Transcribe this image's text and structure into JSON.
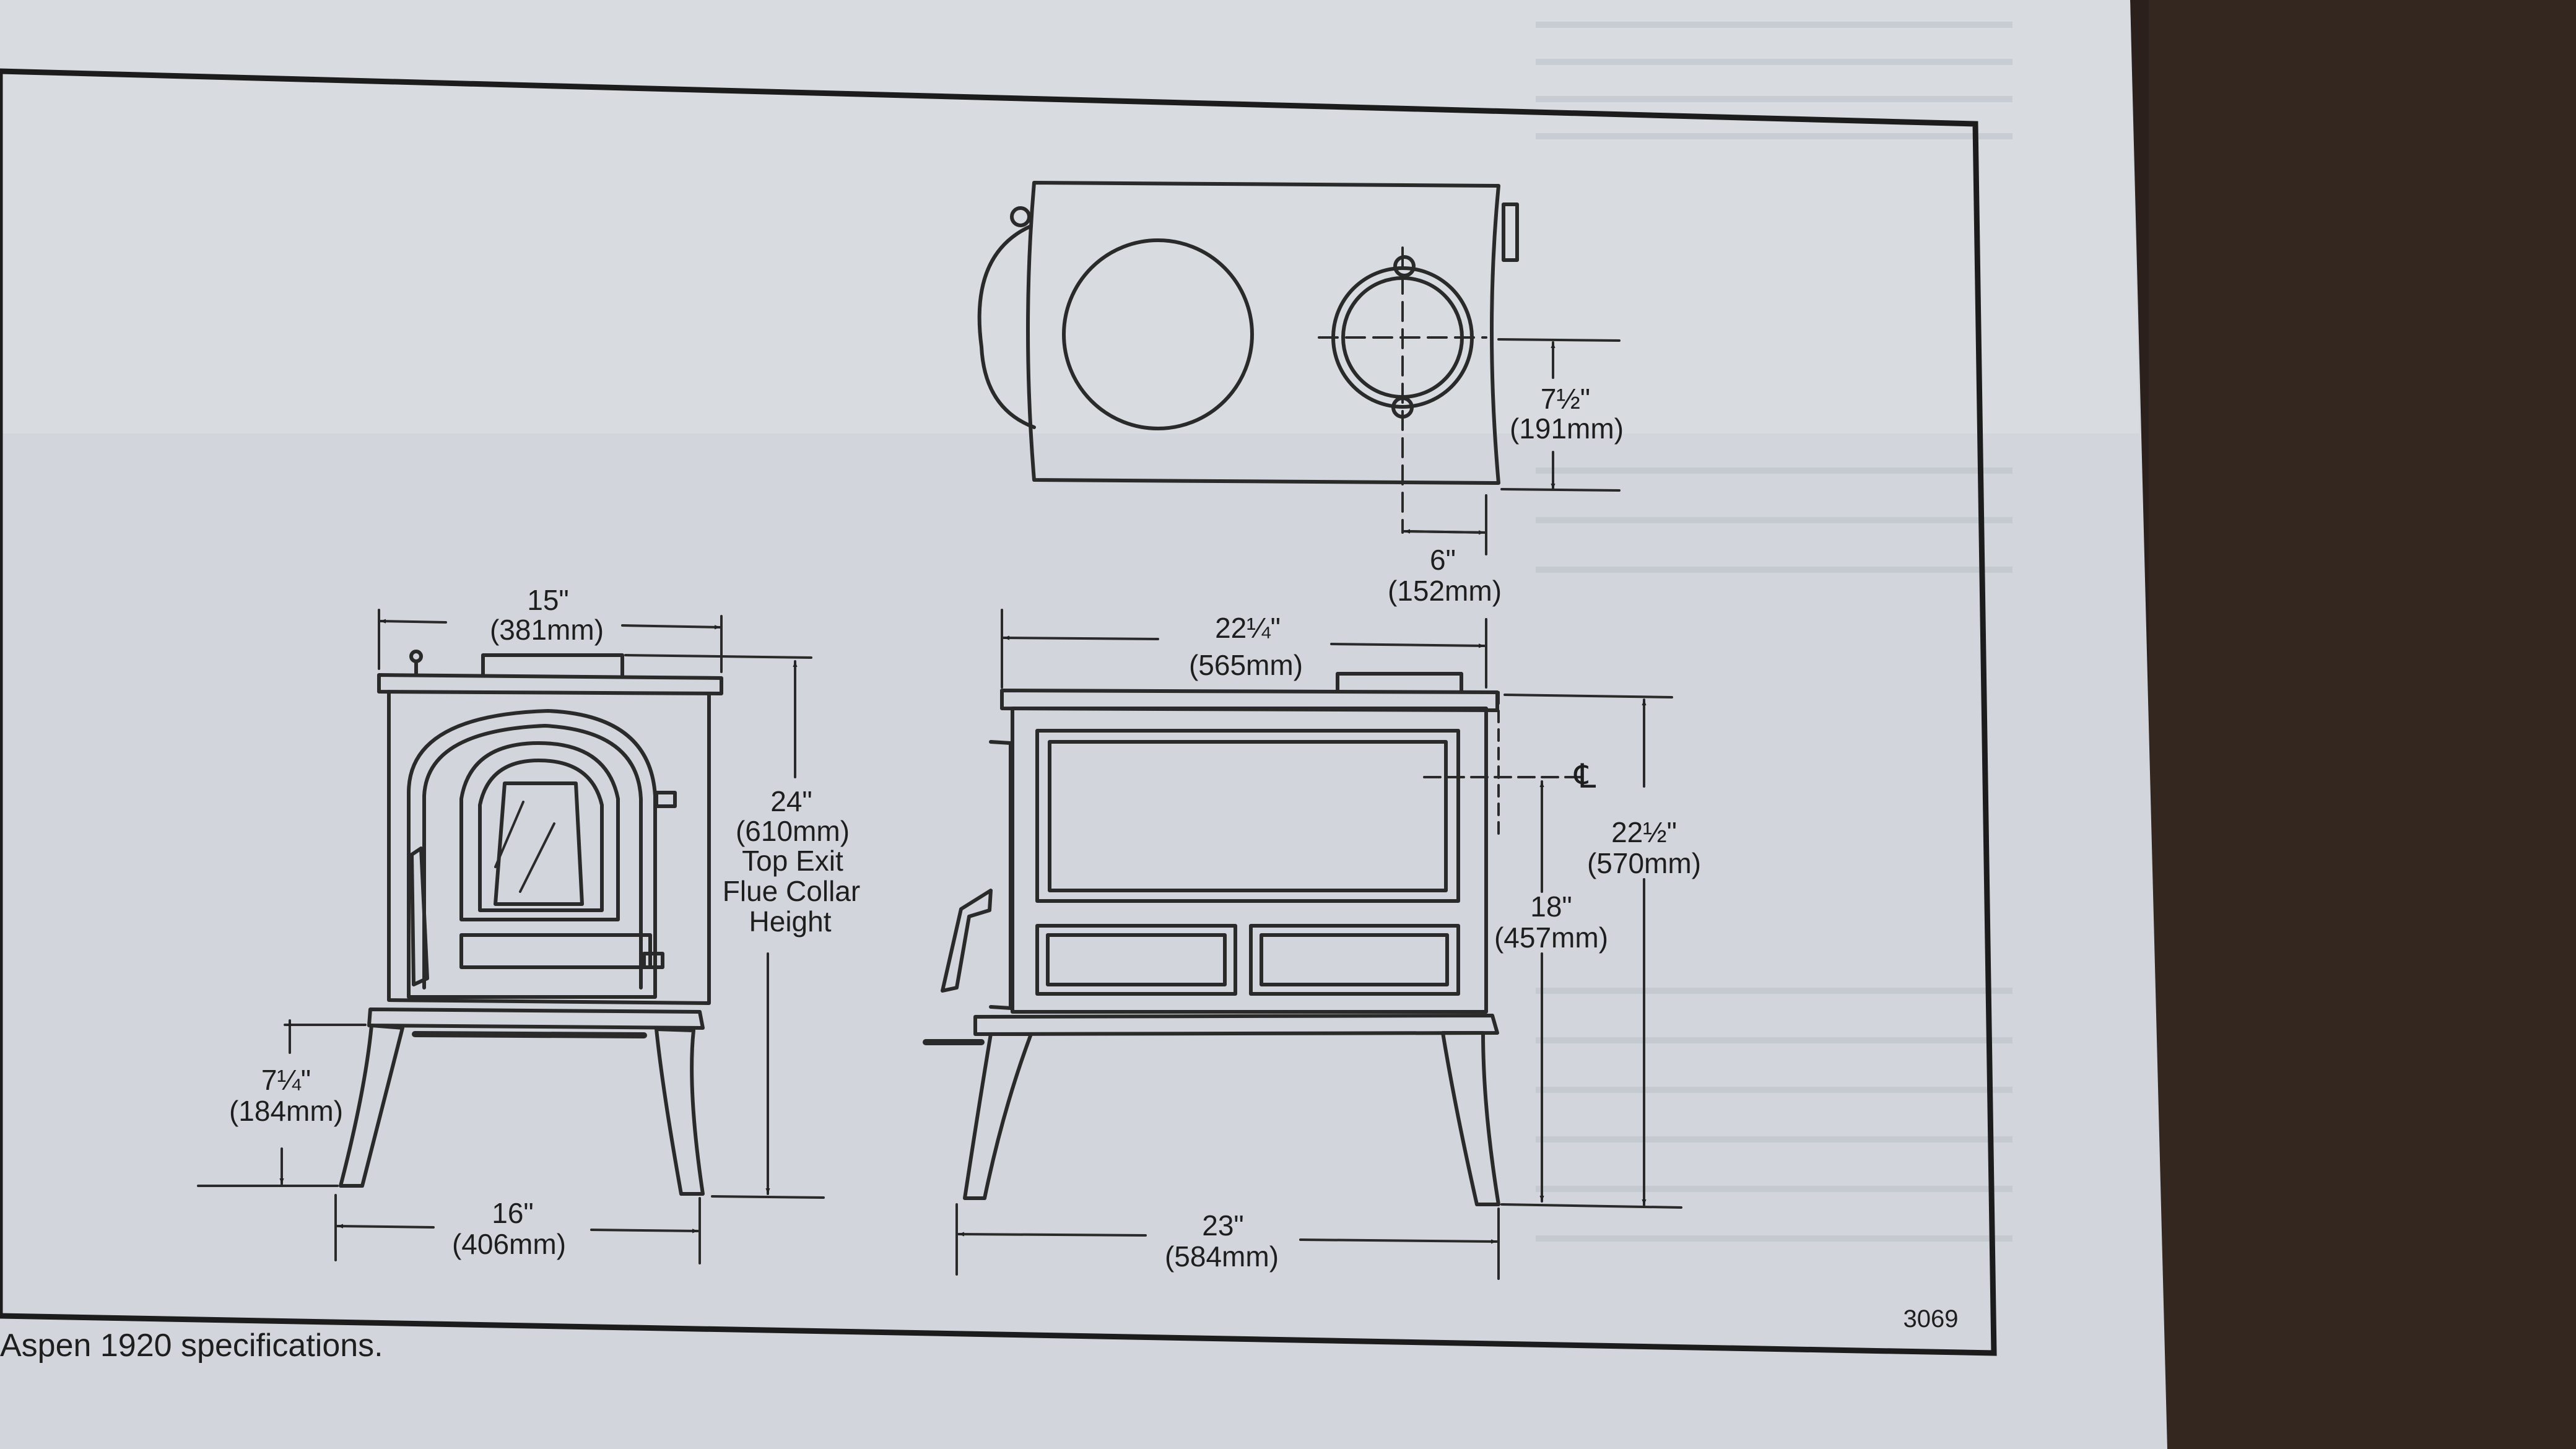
{
  "figure": {
    "caption": "Aspen 1920 specifications.",
    "figure_number": "3069"
  },
  "side_view": {
    "top_width": {
      "imperial": "15\"",
      "metric": "(381mm)"
    },
    "flue_height": {
      "imperial": "24\"",
      "metric": "(610mm)",
      "line1": "Top Exit",
      "line2": "Flue Collar",
      "line3": "Height"
    },
    "leg_height": {
      "imperial": "7¼\"",
      "metric": "(184mm)"
    },
    "base_width": {
      "imperial": "16\"",
      "metric": "(406mm)"
    }
  },
  "top_view": {
    "flue_offset_front": {
      "imperial": "7½\"",
      "metric": "(191mm)"
    },
    "flue_offset_side": {
      "imperial": "6\"",
      "metric": "(152mm)"
    }
  },
  "front_view": {
    "top_width": {
      "imperial": "22¼\"",
      "metric": "(565mm)"
    },
    "total_height": {
      "imperial": "22½\"",
      "metric": "(570mm)"
    },
    "centerline_symbol": "℄",
    "rear_flue_height": {
      "imperial": "18\"",
      "metric": "(457mm)"
    },
    "base_width": {
      "imperial": "23\"",
      "metric": "(584mm)"
    }
  }
}
